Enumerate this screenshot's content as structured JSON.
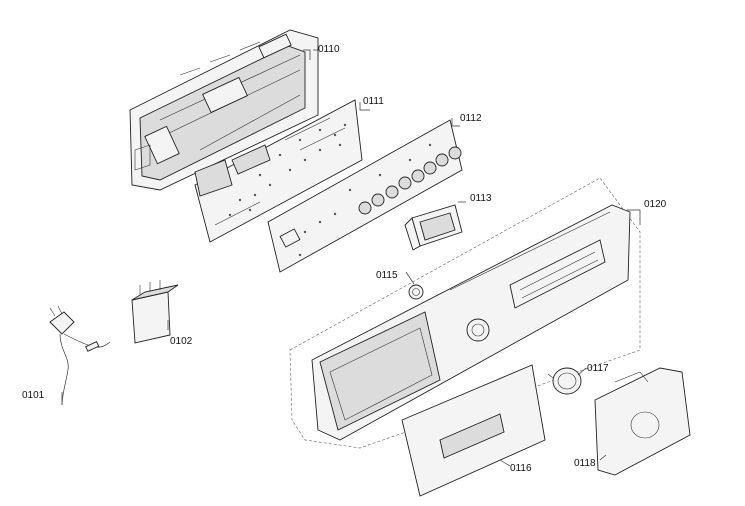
{
  "callouts": {
    "p0110": "0110",
    "p0111": "0111",
    "p0112": "0112",
    "p0113": "0113",
    "p0120": "0120",
    "p0115": "0115",
    "p0102": "0102",
    "p0101": "0101",
    "p0117": "0117",
    "p0116": "0116",
    "p0118": "0118"
  }
}
